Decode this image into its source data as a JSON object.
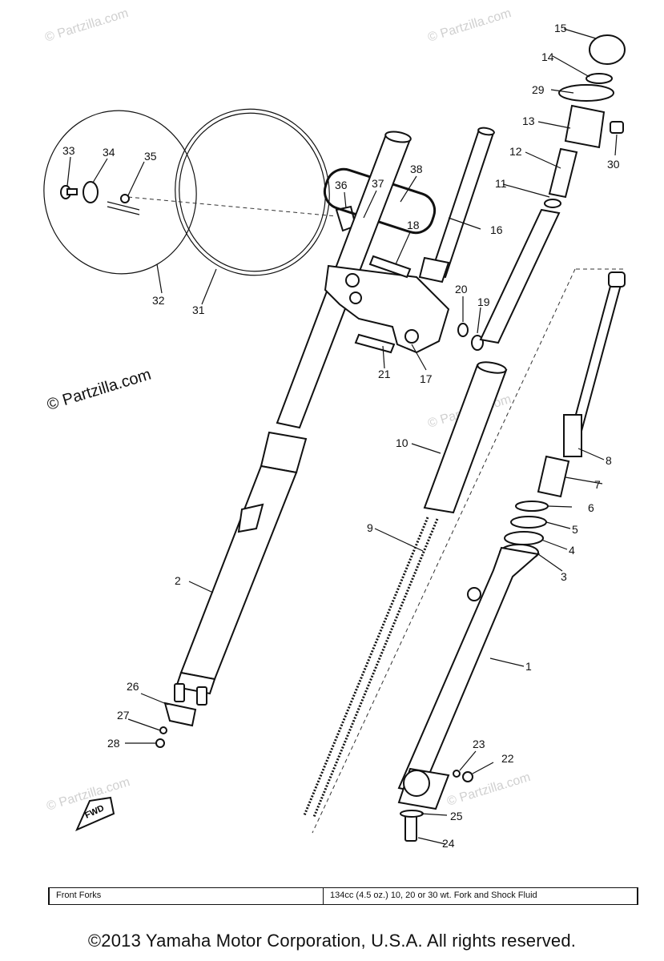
{
  "watermarks": {
    "main": "© Partzilla.com",
    "faint": "© Partzilla.com"
  },
  "callouts": [
    {
      "num": "1"
    },
    {
      "num": "2"
    },
    {
      "num": "3"
    },
    {
      "num": "4"
    },
    {
      "num": "5"
    },
    {
      "num": "6"
    },
    {
      "num": "7"
    },
    {
      "num": "8"
    },
    {
      "num": "9"
    },
    {
      "num": "10"
    },
    {
      "num": "11"
    },
    {
      "num": "12"
    },
    {
      "num": "13"
    },
    {
      "num": "14"
    },
    {
      "num": "15"
    },
    {
      "num": "16"
    },
    {
      "num": "17"
    },
    {
      "num": "18"
    },
    {
      "num": "19"
    },
    {
      "num": "20"
    },
    {
      "num": "21"
    },
    {
      "num": "22"
    },
    {
      "num": "23"
    },
    {
      "num": "24"
    },
    {
      "num": "25"
    },
    {
      "num": "26"
    },
    {
      "num": "27"
    },
    {
      "num": "28"
    },
    {
      "num": "29"
    },
    {
      "num": "30"
    },
    {
      "num": "31"
    },
    {
      "num": "32"
    },
    {
      "num": "33"
    },
    {
      "num": "34"
    },
    {
      "num": "35"
    },
    {
      "num": "36"
    },
    {
      "num": "37"
    },
    {
      "num": "38"
    }
  ],
  "fwd_label": "FWD",
  "footer": {
    "section": "Front Forks",
    "note": "134cc (4.5 oz.) 10, 20 or 30 wt. Fork and Shock Fluid"
  },
  "copyright": "©2013 Yamaha Motor Corporation, U.S.A. All rights reserved."
}
